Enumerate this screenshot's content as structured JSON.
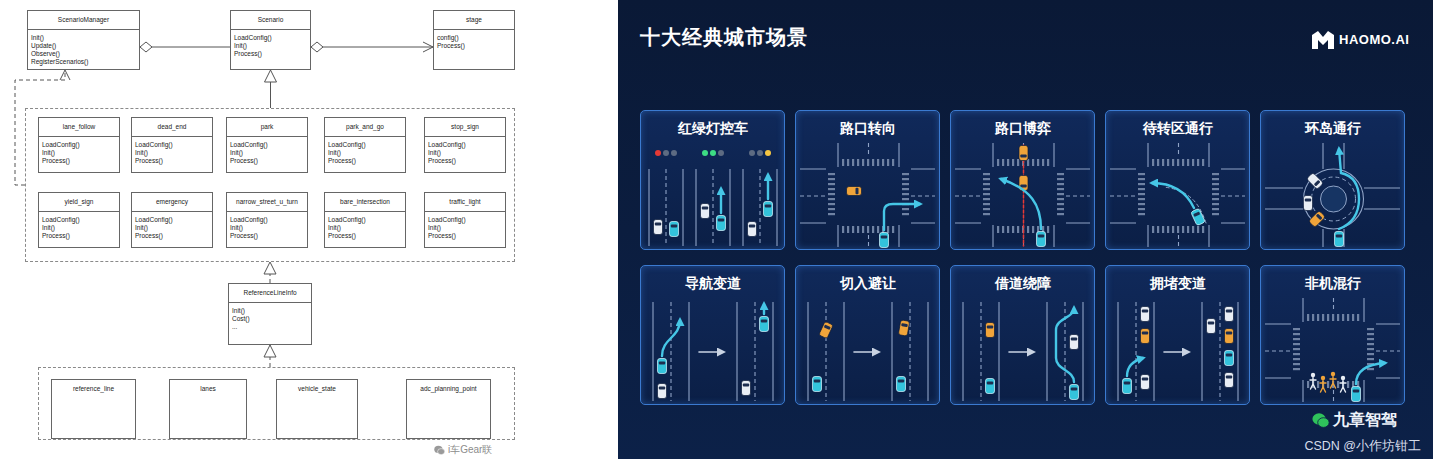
{
  "diagram": {
    "nodes": [
      {
        "text": [
          "ScenarioManager",
          "Init()",
          "Update()",
          "Observe()",
          "RegisterScenarios()"
        ]
      },
      {
        "text": [
          "Scenario",
          "LoadConfig()",
          "Init()",
          "Process()"
        ]
      },
      {
        "text": [
          "stage",
          "config()",
          "Process()"
        ]
      },
      {
        "text": []
      },
      {
        "text": [
          "lane_follow",
          "LoadConfig()",
          "Init()",
          "Process()"
        ],
        "in": 3
      },
      {
        "text": [
          "dead_end",
          "LoadConfig()",
          "Init()",
          "Process()"
        ],
        "in": 3
      },
      {
        "text": [
          "park",
          "LoadConfig()",
          "Init()",
          "Process()"
        ],
        "in": 3
      },
      {
        "text": [
          "park_and_go",
          "LoadConfig()",
          "Init()",
          "Process()"
        ],
        "in": 3
      },
      {
        "text": [
          "stop_sign",
          "LoadConfig()",
          "Init()",
          "Process()"
        ],
        "in": 3
      },
      {
        "text": [
          "yield_sign",
          "LoadConfig()",
          "Init()",
          "Process()"
        ],
        "in": 3
      },
      {
        "text": [
          "emergency",
          "LoadConfig()",
          "Init()",
          "Process()"
        ],
        "in": 3
      },
      {
        "text": [
          "narrow_street_u_turn",
          "LoadConfig()",
          "Init()",
          "Process()"
        ],
        "in": 3
      },
      {
        "text": [
          "bare_intersection",
          "LoadConfig()",
          "Init()",
          "Process()"
        ],
        "in": 3
      },
      {
        "text": [
          "traffic_light",
          "LoadConfig()",
          "Init()",
          "Process()"
        ],
        "in": 3
      },
      {
        "text": [
          "ReferenceLineInfo",
          "Init()",
          "Cost()",
          "..."
        ]
      },
      {
        "text": []
      },
      {
        "text": [
          "reference_line"
        ],
        "in": 15
      },
      {
        "text": [
          "lanes"
        ],
        "in": 15
      },
      {
        "text": [
          "vehicle_state"
        ],
        "in": 15
      },
      {
        "text": [
          "adc_planning_point"
        ],
        "in": 15
      },
      {
        "text": [
          "十大经典城市场景",
          "HAOMO.AI"
        ]
      },
      {
        "text": [
          "红绿灯控车"
        ],
        "in": 20
      },
      {
        "text": [
          "路口转向"
        ],
        "in": 20
      },
      {
        "text": [
          "路口博弈"
        ],
        "in": 20
      },
      {
        "text": [
          "待转区通行"
        ],
        "in": 20
      },
      {
        "text": [
          "环岛通行"
        ],
        "in": 20
      },
      {
        "text": [
          "导航变道"
        ],
        "in": 20
      },
      {
        "text": [
          "切入避让"
        ],
        "in": 20
      },
      {
        "text": [
          "借道绕障"
        ],
        "in": 20
      },
      {
        "text": [
          "拥堵变道"
        ],
        "in": 20
      },
      {
        "text": [
          "非机混行"
        ],
        "in": 20
      }
    ],
    "edges": [
      {
        "from": 1,
        "to": 0,
        "arrow": "to"
      },
      {
        "from": 1,
        "to": 2,
        "arrow": "both"
      },
      {
        "from": 3,
        "to": 1,
        "arrow": "to"
      },
      {
        "from": 3,
        "to": 0,
        "arrow": "to"
      },
      {
        "from": 14,
        "to": 3,
        "arrow": "to"
      },
      {
        "from": 15,
        "to": 14,
        "arrow": "to"
      }
    ],
    "labels": [
      "i车Gear联",
      "九章智驾",
      "CSDN @小作坊钳工"
    ]
  }
}
